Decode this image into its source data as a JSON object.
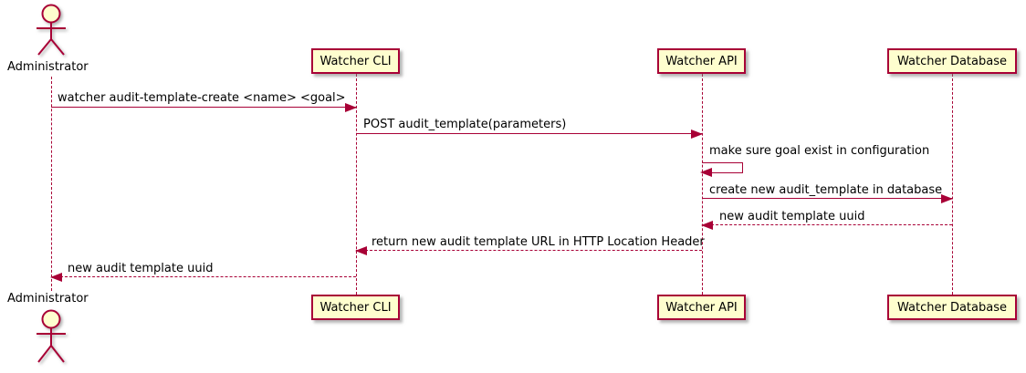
{
  "colors": {
    "line": "#A80036",
    "participant_fill": "#FEFECE",
    "text": "#000000",
    "background": "#FFFFFF"
  },
  "actor": {
    "label": "Administrator"
  },
  "participants": [
    {
      "label": "Watcher CLI"
    },
    {
      "label": "Watcher API"
    },
    {
      "label": "Watcher Database"
    }
  ],
  "messages": [
    {
      "text": "watcher audit-template-create <name> <goal>",
      "from": "Administrator",
      "to": "Watcher CLI",
      "line": "solid"
    },
    {
      "text": "POST audit_template(parameters)",
      "from": "Watcher CLI",
      "to": "Watcher API",
      "line": "solid"
    },
    {
      "text": "make sure goal exist in configuration",
      "from": "Watcher API",
      "to": "Watcher API",
      "line": "solid"
    },
    {
      "text": "create new audit_template in database",
      "from": "Watcher API",
      "to": "Watcher Database",
      "line": "solid"
    },
    {
      "text": "new audit template uuid",
      "from": "Watcher Database",
      "to": "Watcher API",
      "line": "dashed"
    },
    {
      "text": "return new audit template URL in HTTP Location Header",
      "from": "Watcher API",
      "to": "Watcher CLI",
      "line": "dashed"
    },
    {
      "text": "new audit template uuid",
      "from": "Watcher CLI",
      "to": "Administrator",
      "line": "dashed"
    }
  ]
}
